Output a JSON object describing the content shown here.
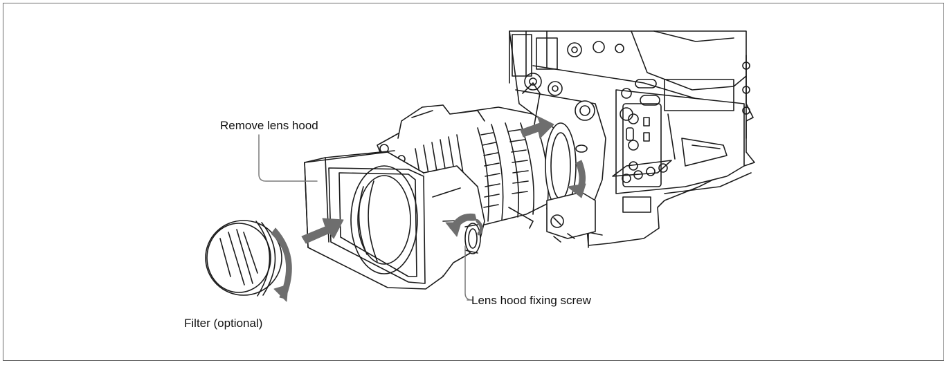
{
  "labels": {
    "remove_lens_hood": "Remove lens hood",
    "lens_hood_fixing_screw": "Lens hood fixing screw",
    "filter_optional": "Filter (optional)"
  },
  "colors": {
    "line": "#1a1a1a",
    "arrow": "#6e6e6e",
    "leader": "#7a7a7a",
    "frame": "#6b6b6b"
  }
}
